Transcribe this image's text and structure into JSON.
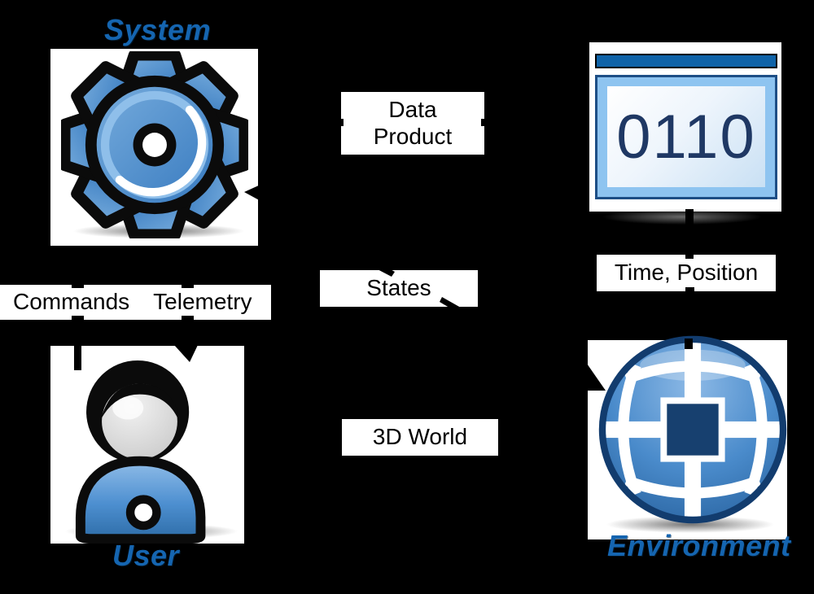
{
  "colors": {
    "background": "#000000",
    "box_background": "#ffffff",
    "label_text": "#000000",
    "node_title_blue": "#1565b0",
    "gear_blue": "#4a8bc8",
    "titlebar_blue": "#0f63a8",
    "digits_navy": "#1f3864",
    "globe_navy": "#17406f",
    "arrow_black": "#000000"
  },
  "nodes": {
    "system": {
      "title": "System",
      "icon": "gear-icon"
    },
    "data_display": {
      "icon": "binary-window-icon",
      "value": "0110"
    },
    "user": {
      "title": "User",
      "icon": "person-icon"
    },
    "environment": {
      "title": "Environment",
      "icon": "globe-icon"
    }
  },
  "labels": {
    "data_product": {
      "line1": "Data",
      "line2": "Product"
    },
    "states": {
      "text": "States"
    },
    "commands": {
      "text": "Commands"
    },
    "telemetry": {
      "text": "Telemetry"
    },
    "time_position": {
      "text": "Time, Position"
    },
    "world_3d": {
      "text": "3D World"
    }
  }
}
